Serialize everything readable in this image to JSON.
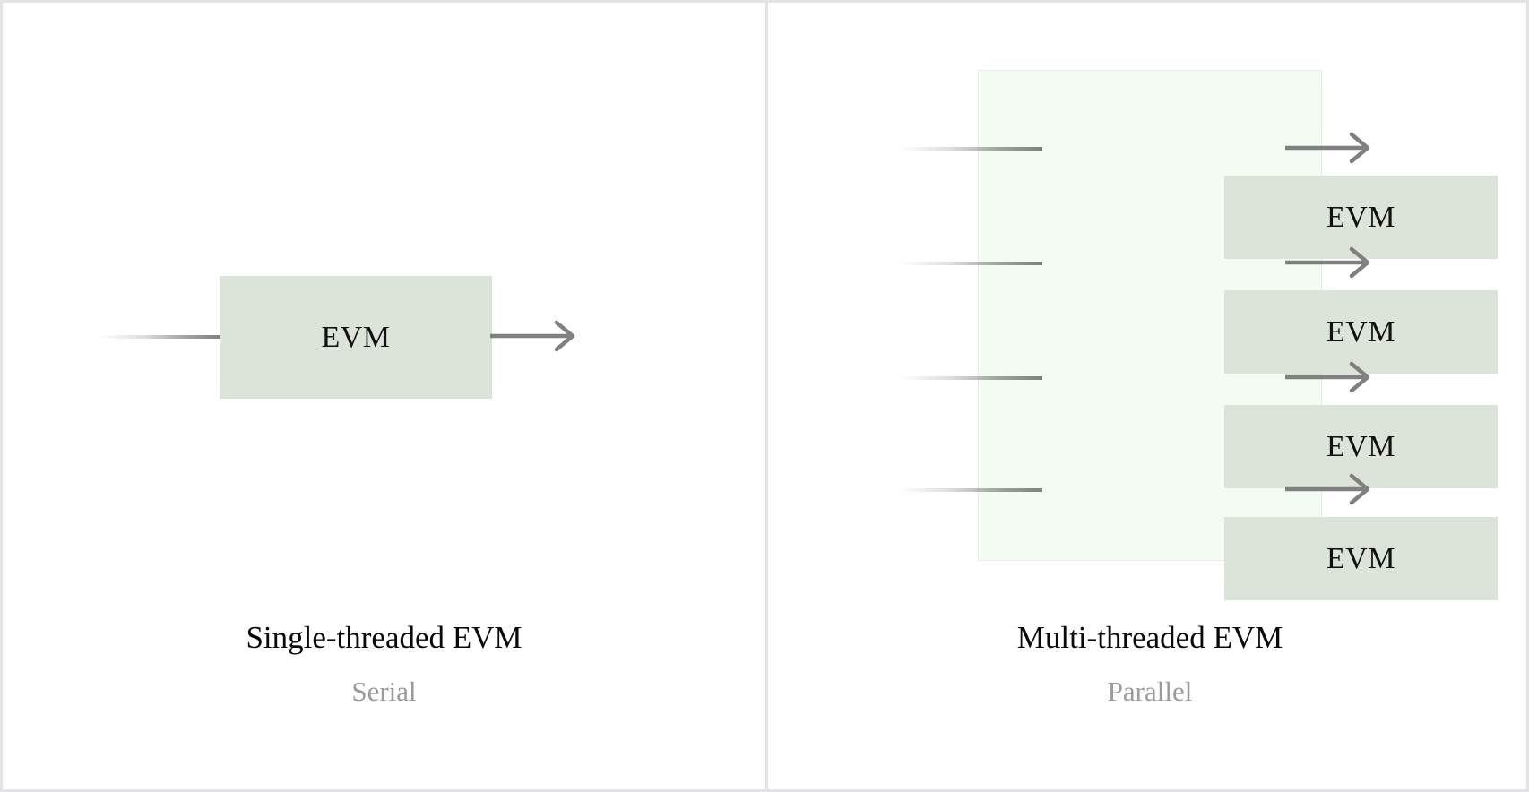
{
  "figure": {
    "type": "comparison-diagram",
    "panel_count": 2,
    "accent_box_color": "#dce4da",
    "container_color": "#f3fbf3",
    "arrow_color": "#808080",
    "divider_color": "#e3e3e5"
  },
  "panels": [
    {
      "id": "serial",
      "title": "Single-threaded EVM",
      "subtitle": "Serial",
      "grouped": false,
      "blocks": [
        {
          "label": "EVM"
        }
      ],
      "arrow_names": [
        "input-arrow",
        "output-arrow"
      ]
    },
    {
      "id": "parallel",
      "title": "Multi-threaded EVM",
      "subtitle": "Parallel",
      "grouped": true,
      "blocks": [
        {
          "label": "EVM"
        },
        {
          "label": "EVM"
        },
        {
          "label": "EVM"
        },
        {
          "label": "EVM"
        }
      ],
      "arrow_names": [
        "input-arrow",
        "output-arrow"
      ]
    }
  ]
}
